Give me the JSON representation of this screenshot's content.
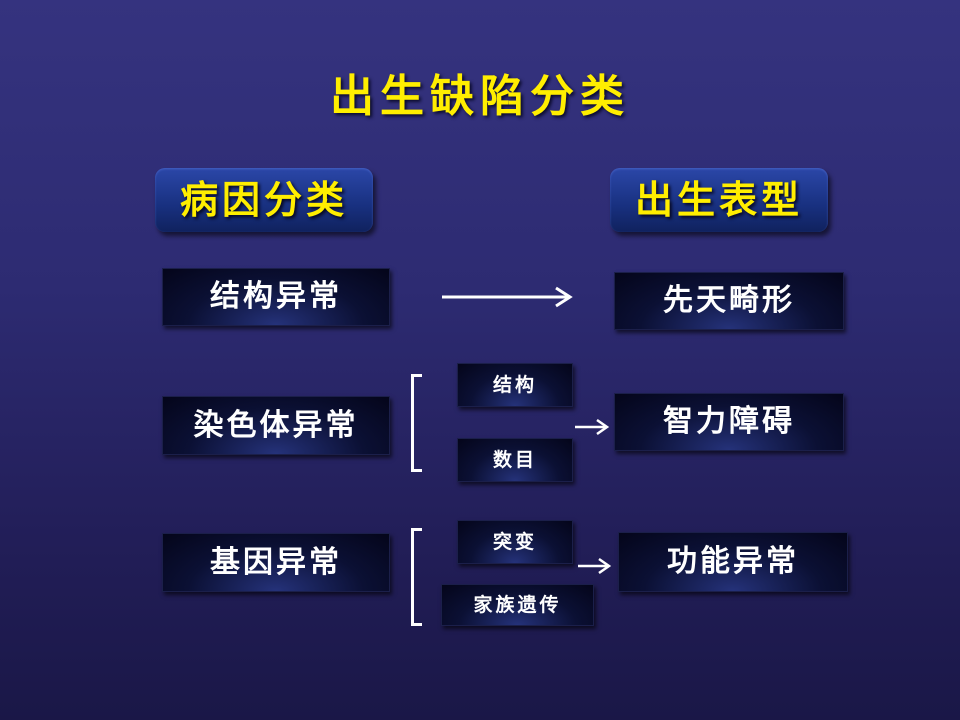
{
  "title": "出生缺陷分类",
  "headers": {
    "cause": "病因分类",
    "phenotype": "出生表型"
  },
  "rows": [
    {
      "cause": "结构异常",
      "subtypes": [],
      "phenotype": "先天畸形"
    },
    {
      "cause": "染色体异常",
      "subtypes": [
        "结构",
        "数目"
      ],
      "phenotype": "智力障碍"
    },
    {
      "cause": "基因异常",
      "subtypes": [
        "突变",
        "家族遗传"
      ],
      "phenotype": "功能异常"
    }
  ],
  "colors": {
    "title": "#ffee00",
    "background": "#2d2b72",
    "box_text": "#ffffff"
  }
}
